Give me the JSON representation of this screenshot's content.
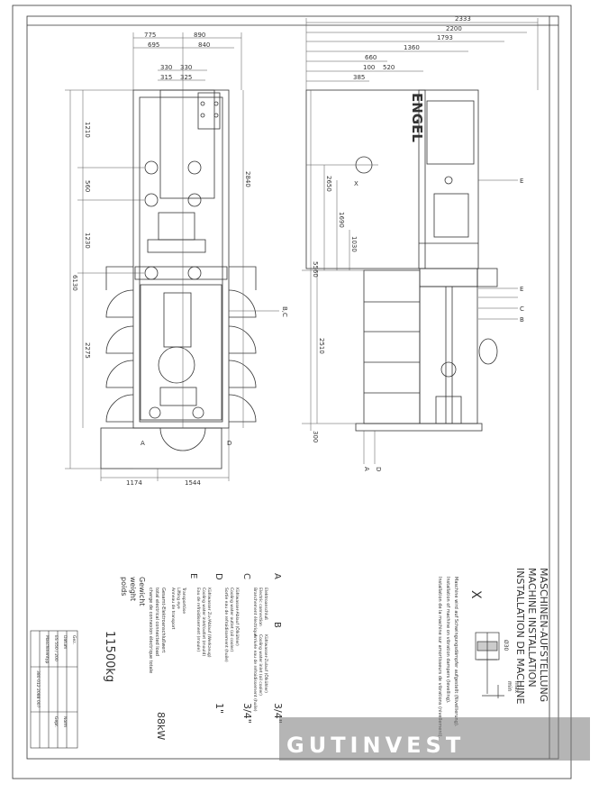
{
  "title": {
    "line1": "MASCHINEN-AUFSTELLUNG",
    "line2": "MACHINE INSTALLATION",
    "line3": "INSTALLATION DE MACHINE"
  },
  "brand": "ENGEL",
  "detail_marker": "X",
  "detail_labels": {
    "min": "min",
    "max": "max",
    "sleeve": "Ø30"
  },
  "detail_notes": [
    "Maschine wird auf Schwingungsdämpfer aufgestellt (Nivellierung).",
    "Installation of machine on vibration dampers (levelling).",
    "Installation de la machine sur amortisseurs de vibrations (nivellement)."
  ],
  "legend": [
    {
      "key": "A",
      "value": "",
      "text": [
        "Elektroanschluß",
        "Electric connection",
        "Branchement électrique"
      ]
    },
    {
      "key": "B",
      "value": "3/4\"",
      "text": [
        "Kühlwasser-Zulauf (Ölkühler)",
        "Cooling water inlet (oil cooler)",
        "Arrivée eau de refroidissement (huile)"
      ]
    },
    {
      "key": "C",
      "value": "3/4\"",
      "text": [
        "Kühlwasser-Ablauf (Ölkühler)",
        "Cooling water outlet (oil cooler)",
        "Sortie eau de refroidissement (huile)"
      ]
    },
    {
      "key": "D",
      "value": "1\"",
      "text": [
        "Kühlwasser Zu-/Ablauf (Werkzeug)",
        "Cooling water inlet/outlet (mould)",
        "Eau de refroidissement (moule)"
      ]
    },
    {
      "key": "E",
      "value": "",
      "text": [
        "Transportöse",
        "Lifting eye",
        "Anneau de transport"
      ]
    }
  ],
  "power": {
    "text": [
      "Gesamt-Elektroanschlußwert",
      "total electrical connected load",
      "charge de connexion électrique totale"
    ],
    "value": "88kW"
  },
  "weight": {
    "labels": [
      "Gewicht",
      "weight",
      "poids"
    ],
    "value": "11500kg"
  },
  "plan_view": {
    "top_dims": [
      "775",
      "890",
      "695",
      "840",
      "330",
      "330",
      "315",
      "325"
    ],
    "left_dims": [
      "1210",
      "560",
      "1230",
      "6130",
      "2275"
    ],
    "right_dims": [
      "2840"
    ],
    "bottom_dims": [
      "1174",
      "1544"
    ],
    "callouts": [
      "B,C",
      "A",
      "D"
    ]
  },
  "side_view": {
    "top_dims": [
      "2333",
      "2200",
      "1793",
      "1360",
      "660",
      "100",
      "520",
      "385"
    ],
    "left_dims": [
      "2650",
      "1690",
      "1030",
      "5560",
      "2510",
      "300"
    ],
    "callouts": [
      "X",
      "E",
      "E",
      "C",
      "B",
      "A",
      "D"
    ]
  },
  "title_block": {
    "drawing_number": "380 012 2088 007",
    "rows": [
      "Maschinentyp",
      "ES 550 / 200",
      "Datum",
      "Gez.",
      "Gepr.",
      "Norm"
    ]
  },
  "watermark": {
    "name": "GUTINVEST",
    "subtitle": "INTERNATIONAL ASSETS"
  }
}
